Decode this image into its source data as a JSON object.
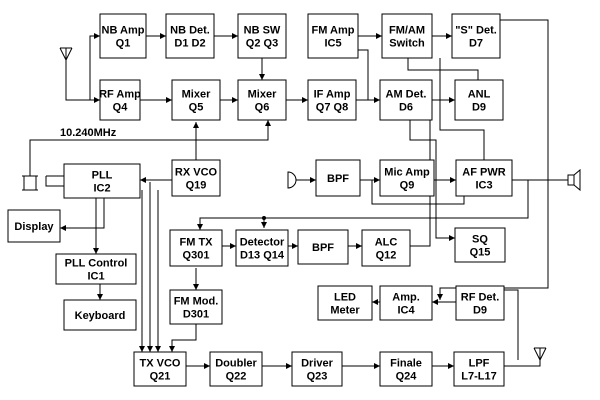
{
  "blocks": {
    "nb_amp": [
      "NB Amp",
      "Q1"
    ],
    "nb_det": [
      "NB Det.",
      "D1 D2"
    ],
    "nb_sw": [
      "NB SW",
      "Q2 Q3"
    ],
    "fm_amp": [
      "FM Amp",
      "IC5"
    ],
    "fm_am_switch": [
      "FM/AM",
      "Switch"
    ],
    "s_det": [
      "\"S\" Det.",
      "D7"
    ],
    "rf_amp": [
      "RF Amp",
      "Q4"
    ],
    "mixer_q5": [
      "Mixer",
      "Q5"
    ],
    "mixer_q6": [
      "Mixer",
      "Q6"
    ],
    "if_amp": [
      "IF Amp",
      "Q7 Q8"
    ],
    "am_det": [
      "AM Det.",
      "D6"
    ],
    "anl": [
      "ANL",
      "D9"
    ],
    "pll": [
      "PLL",
      "IC2"
    ],
    "rx_vco": [
      "RX VCO",
      "Q19"
    ],
    "bpf_rx": [
      "BPF"
    ],
    "mic_amp": [
      "Mic Amp",
      "Q9"
    ],
    "af_pwr": [
      "AF PWR",
      "IC3"
    ],
    "display": [
      "Display"
    ],
    "fm_tx": [
      "FM TX",
      "Q301"
    ],
    "detector": [
      "Detector",
      "D13 Q14"
    ],
    "bpf_tx": [
      "BPF"
    ],
    "alc": [
      "ALC",
      "Q12"
    ],
    "sq": [
      "SQ",
      "Q15"
    ],
    "pll_control": [
      "PLL Control",
      "IC1"
    ],
    "keyboard": [
      "Keyboard"
    ],
    "fm_mod": [
      "FM Mod.",
      "D301"
    ],
    "led_meter": [
      "LED",
      "Meter"
    ],
    "amp_ic4": [
      "Amp.",
      "IC4"
    ],
    "rf_det": [
      "RF Det.",
      "D9"
    ],
    "tx_vco": [
      "TX VCO",
      "Q21"
    ],
    "doubler": [
      "Doubler",
      "Q22"
    ],
    "driver": [
      "Driver",
      "Q23"
    ],
    "finale": [
      "Finale",
      "Q24"
    ],
    "lpf": [
      "LPF",
      "L7-L17"
    ]
  },
  "crystal_label": "10.240MHz"
}
